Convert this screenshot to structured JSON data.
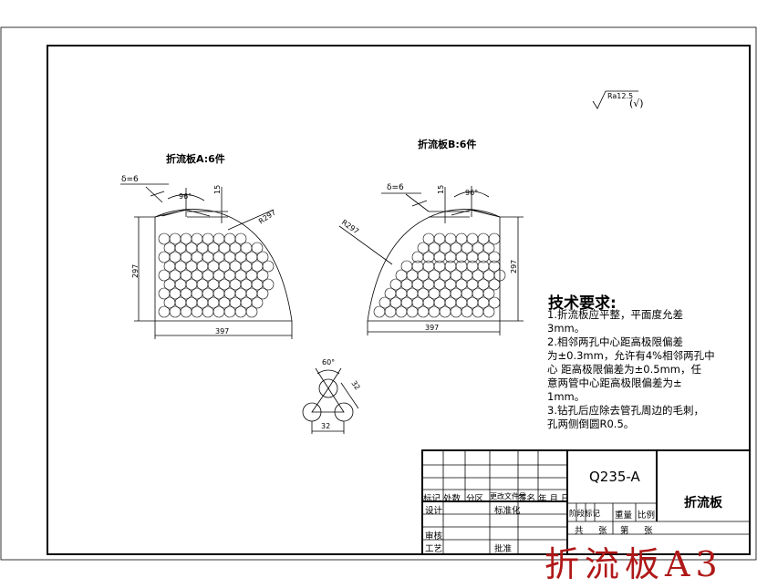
{
  "surface_finish": "Ra12.5",
  "surface_finish_note": "(√)",
  "part_a": {
    "label": "折流板A:6件",
    "thickness": "δ=6",
    "angle": "96°",
    "dim_top": "15",
    "radius": "R297",
    "height": "297",
    "width": "397"
  },
  "part_b": {
    "label": "折流板B:6件",
    "thickness": "δ=6",
    "angle": "96°",
    "dim_top": "15",
    "radius": "R297",
    "height": "297",
    "width": "397"
  },
  "hole_detail": {
    "angle": "60°",
    "pitch": "32",
    "spacing": "32"
  },
  "tech_req": {
    "title": "技术要求:",
    "lines": [
      "1.折流板应平整，平面度允差",
      "3mm。",
      "2.相邻两孔中心距高极限偏差",
      "为±0.3mm，允许有4%相邻两孔中",
      "心 距高极限偏差为±0.5mm，任",
      "意两管中心距高极限偏差为±",
      "1mm。",
      "3.钻孔后应除去管孔周边的毛刺，",
      "孔两侧倒圆R0.5。"
    ]
  },
  "title_block": {
    "material": "Q235-A",
    "part_name": "折流板",
    "row_labels": [
      "标记",
      "处数",
      "分区",
      "更改文件号",
      "签名",
      "年 月 日"
    ],
    "design": "设计",
    "standardize": "标准化",
    "stage_mark": "阶段标记",
    "weight": "重量",
    "scale": "比例",
    "review": "审核",
    "process": "工艺",
    "approve": "批准",
    "sheet_total": "共",
    "sheet_unit1": "张",
    "sheet_no": "第",
    "sheet_unit2": "张"
  },
  "red_title": "折流板A3"
}
